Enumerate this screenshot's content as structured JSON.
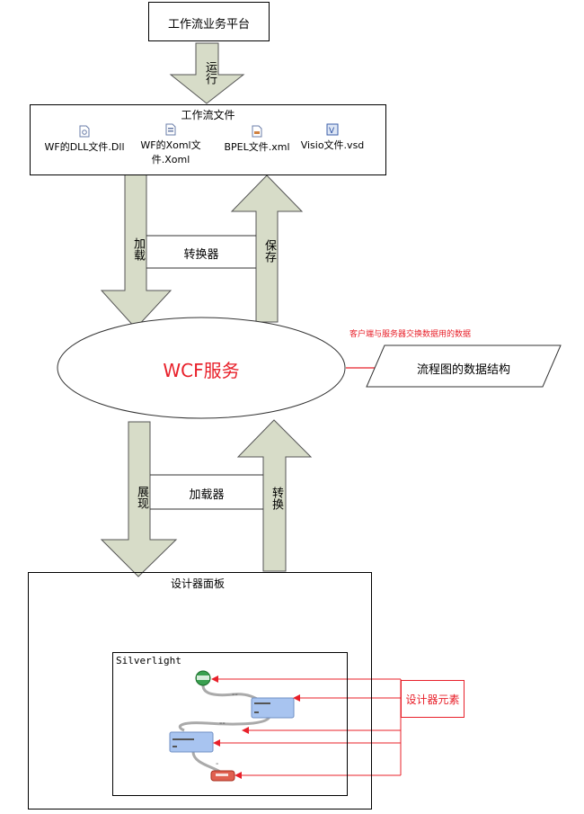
{
  "platform": {
    "label": "工作流业务平台"
  },
  "arrows": {
    "run": "运行",
    "load": "加载",
    "save": "保存",
    "present": "展现",
    "convert": "转换"
  },
  "workflow_files": {
    "title": "工作流文件",
    "files": [
      {
        "label": "WF的DLL文件.Dll",
        "icon": "dll-file-icon"
      },
      {
        "label": "WF的Xoml文件.Xoml",
        "icon": "xoml-file-icon"
      },
      {
        "label": "BPEL文件.xml",
        "icon": "xml-file-icon"
      },
      {
        "label": "Visio文件.vsd",
        "icon": "visio-file-icon"
      }
    ]
  },
  "converter": {
    "label": "转换器"
  },
  "wcf": {
    "label": "WCF服务"
  },
  "data_structure": {
    "note": "客户端与服务器交换数据用的数据",
    "label": "流程图的数据结构"
  },
  "loader": {
    "label": "加载器"
  },
  "designer_panel": {
    "title": "设计器面板",
    "silverlight_label": "Silverlight",
    "elements_label": "设计器元素"
  },
  "colors": {
    "arrow_fill": "#d7dcc8",
    "wcf_text": "#e8202a",
    "annotation_red": "#e8202a",
    "node_blue": "#a8c4f0",
    "node_green": "#3aa050",
    "node_red": "#e06050"
  }
}
